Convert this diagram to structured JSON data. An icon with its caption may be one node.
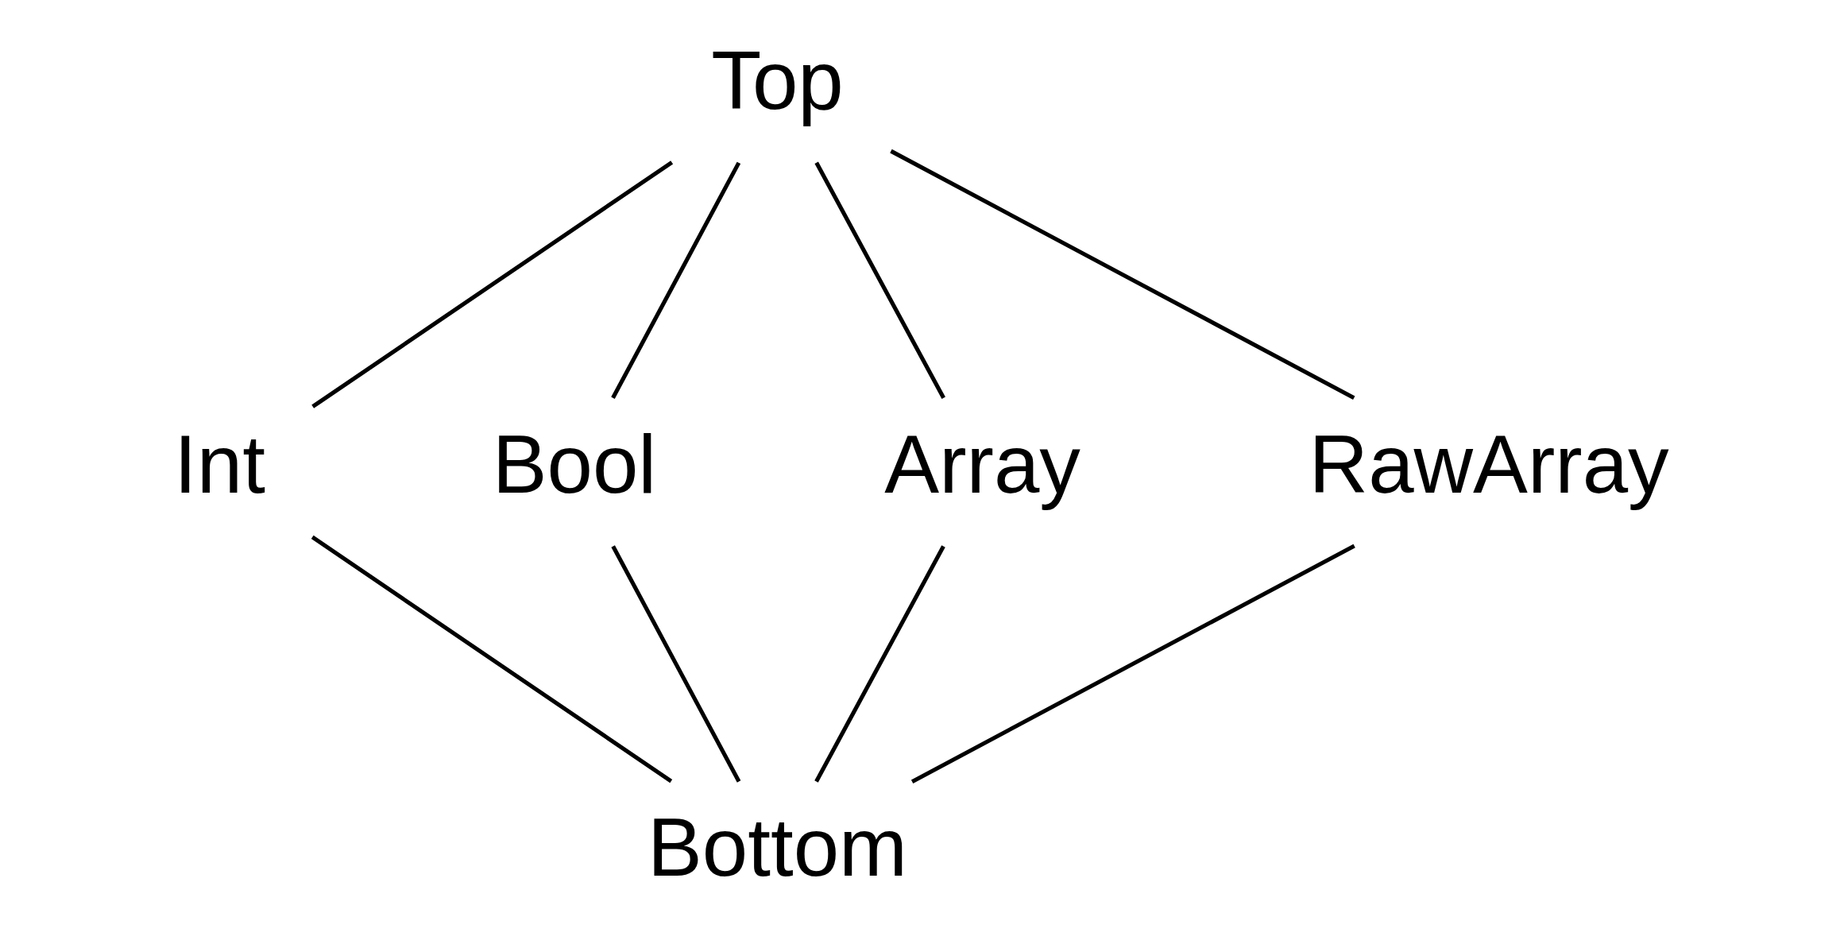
{
  "diagram": {
    "nodes": [
      {
        "text": [
          "Top"
        ]
      },
      {
        "text": [
          "Int"
        ]
      },
      {
        "text": [
          "Bool"
        ]
      },
      {
        "text": [
          "Array"
        ]
      },
      {
        "text": [
          "RawArray"
        ]
      },
      {
        "text": [
          "Bottom"
        ]
      }
    ],
    "edges": [
      {
        "from": 0,
        "to": 1,
        "arrow": "none"
      },
      {
        "from": 0,
        "to": 2,
        "arrow": "none"
      },
      {
        "from": 0,
        "to": 3,
        "arrow": "none"
      },
      {
        "from": 0,
        "to": 4,
        "arrow": "none"
      },
      {
        "from": 1,
        "to": 5,
        "arrow": "none"
      },
      {
        "from": 2,
        "to": 5,
        "arrow": "none"
      },
      {
        "from": 3,
        "to": 5,
        "arrow": "none"
      },
      {
        "from": 4,
        "to": 5,
        "arrow": "none"
      }
    ]
  }
}
